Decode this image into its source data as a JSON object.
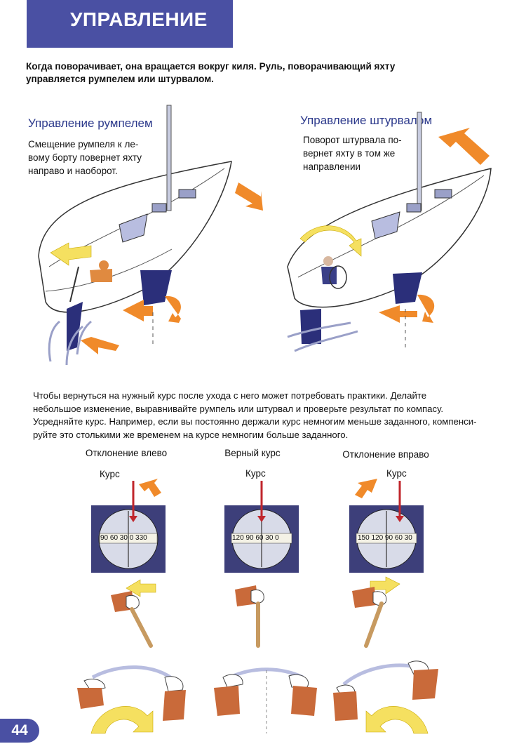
{
  "header": {
    "title": "УПРАВЛЕНИЕ"
  },
  "intro": "Когда поворачивает, она вращается вокруг киля. Руль, поворачивающий яхту управляется румпелем или штурвалом.",
  "tiller": {
    "title": "Управление румпелем",
    "text_lines": [
      "Смещение румпеля к ле-",
      "вому борту повернет яхту",
      "направо и наоборот."
    ]
  },
  "wheel": {
    "title": "Управление штурвалом",
    "text_lines": [
      "Поворот штурвала по-",
      "вернет яхту в том же",
      "направлении"
    ]
  },
  "paragraph_lines": [
    "Чтобы вернуться на нужный курс после ухода с него может потребовать практики. Делайте",
    "небольшое изменение, выравнивайте румпель или штурвал и проверьте результат по компасу.",
    "Усредняйте курс. Например, если вы постоянно держали курс немногим меньше заданного, компенси-",
    "руйте это столькими же временем на курсе немногим больше заданного."
  ],
  "columns": [
    {
      "label": "Отклонение влево",
      "kurs": "Курс",
      "scale": "90 60 30 0 330"
    },
    {
      "label": "Верный курс",
      "kurs": "Курс",
      "scale": "120 90 60 30 0"
    },
    {
      "label": "Отклонение вправо",
      "kurs": "Курс",
      "scale": "150 120 90 60 30"
    }
  ],
  "page_number": "44",
  "colors": {
    "accent": "#4a50a3",
    "arrow_orange": "#f08a2a",
    "arrow_yellow": "#f5e060",
    "sail_blue": "#2b2f7a"
  }
}
